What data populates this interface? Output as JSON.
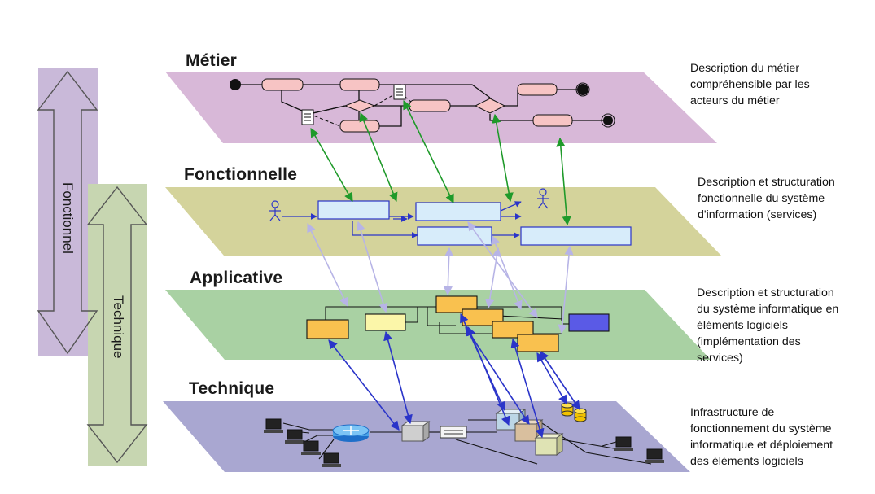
{
  "layers": {
    "metier": {
      "title": "Métier"
    },
    "fonctionnelle": {
      "title": "Fonctionnelle"
    },
    "applicative": {
      "title": "Applicative"
    },
    "technique": {
      "title": "Technique"
    }
  },
  "descriptions": {
    "metier": [
      "Description du métier",
      "compréhensible par les",
      "acteurs du métier"
    ],
    "fonctionnelle": [
      "Description et structuration",
      "fonctionnelle du  système",
      "d'information (services)"
    ],
    "applicative": [
      "Description et structuration",
      "du système informatique en",
      "éléments logiciels",
      "(implémentation des",
      "services)"
    ],
    "technique": [
      "Infrastructure de",
      "fonctionnement du système",
      "informatique et déploiement",
      "des éléments logiciels"
    ]
  },
  "side_axes": {
    "fonctionnel": "Fonctionnel",
    "technique": "Technique"
  },
  "colors": {
    "metier_plane": "#d8b8d8",
    "fonctionnelle_plane": "#d4d39b",
    "applicative_plane": "#a9d1a3",
    "technique_plane": "#a9a7d1",
    "green_arrow": "#1f9a2a",
    "lavender_arrow": "#b7b4e6",
    "blue_arrow": "#2a34c9",
    "pink_process": "#f7c4c4",
    "light_blue_box": "#d7ecfa",
    "orange_box": "#f9c14f",
    "yellow_box": "#fbf6a9",
    "purple_box": "#5a5ae6"
  }
}
